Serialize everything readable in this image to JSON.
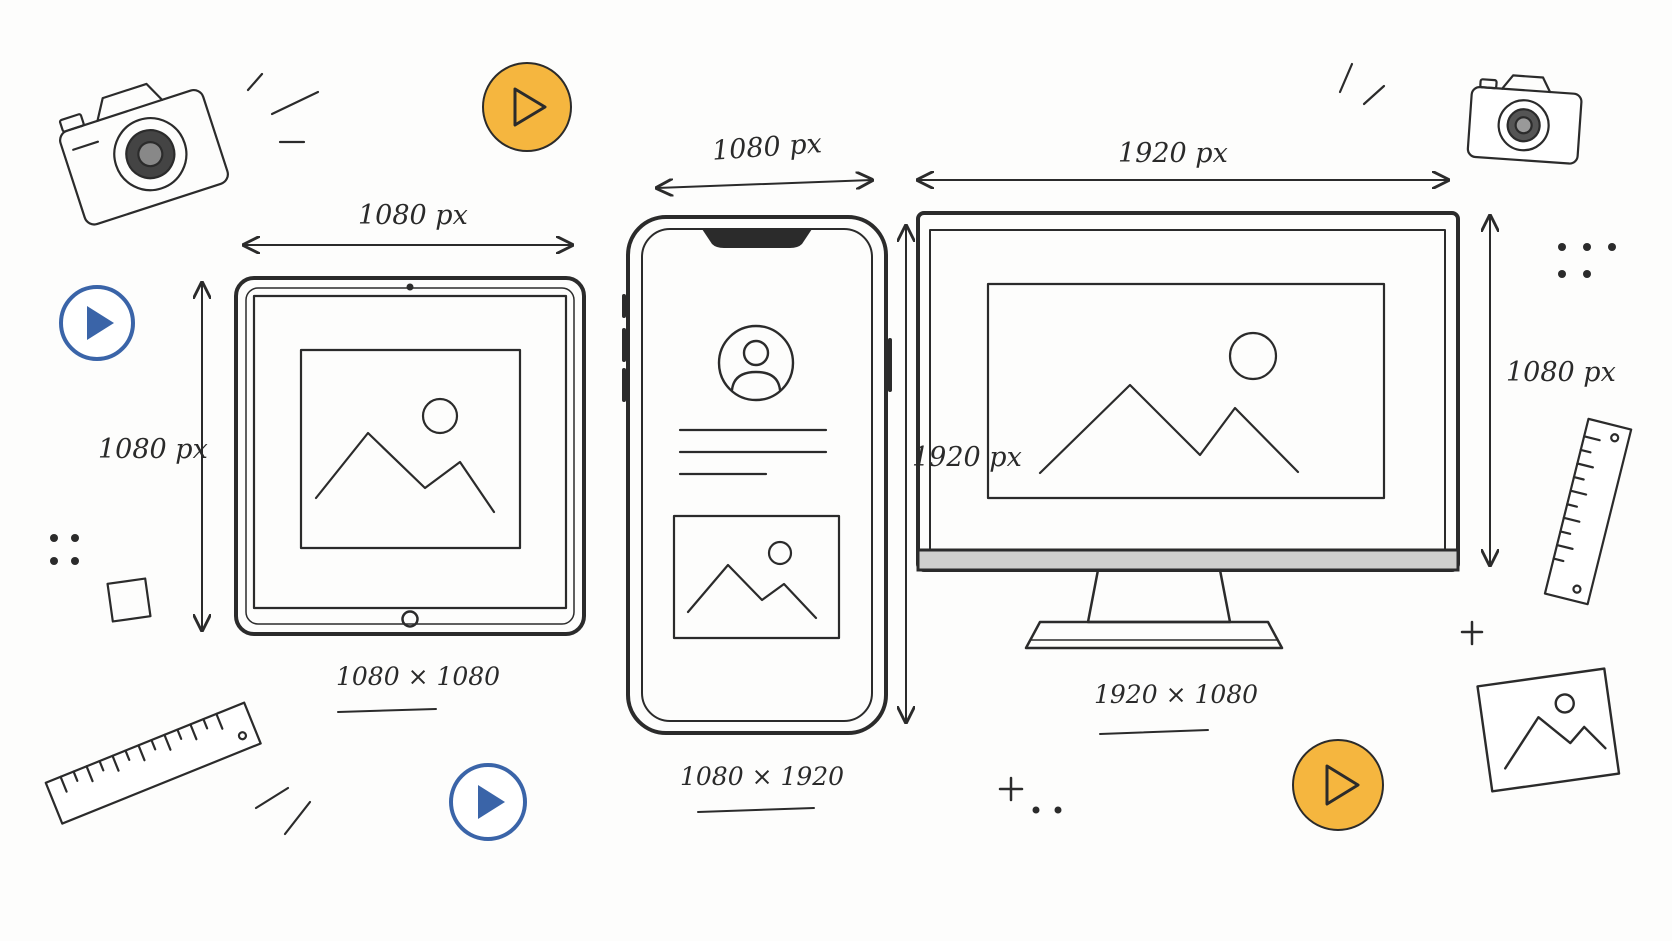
{
  "tablet": {
    "width_label": "1080 px",
    "height_label": "1080 px",
    "caption": "1080 × 1080"
  },
  "phone": {
    "width_label": "1080 px",
    "height_label": "1920 px",
    "caption": "1080 × 1920"
  },
  "monitor": {
    "width_label": "1920 px",
    "height_label": "1080 px",
    "caption": "1920 × 1080"
  },
  "colors": {
    "accent_orange": "#f5b63f",
    "accent_blue": "#3a64a8",
    "ink": "#2b2b2b"
  },
  "icons": [
    "camera-icon",
    "play-icon",
    "ruler-icon",
    "image-icon",
    "user-avatar-icon",
    "plus-icon"
  ]
}
